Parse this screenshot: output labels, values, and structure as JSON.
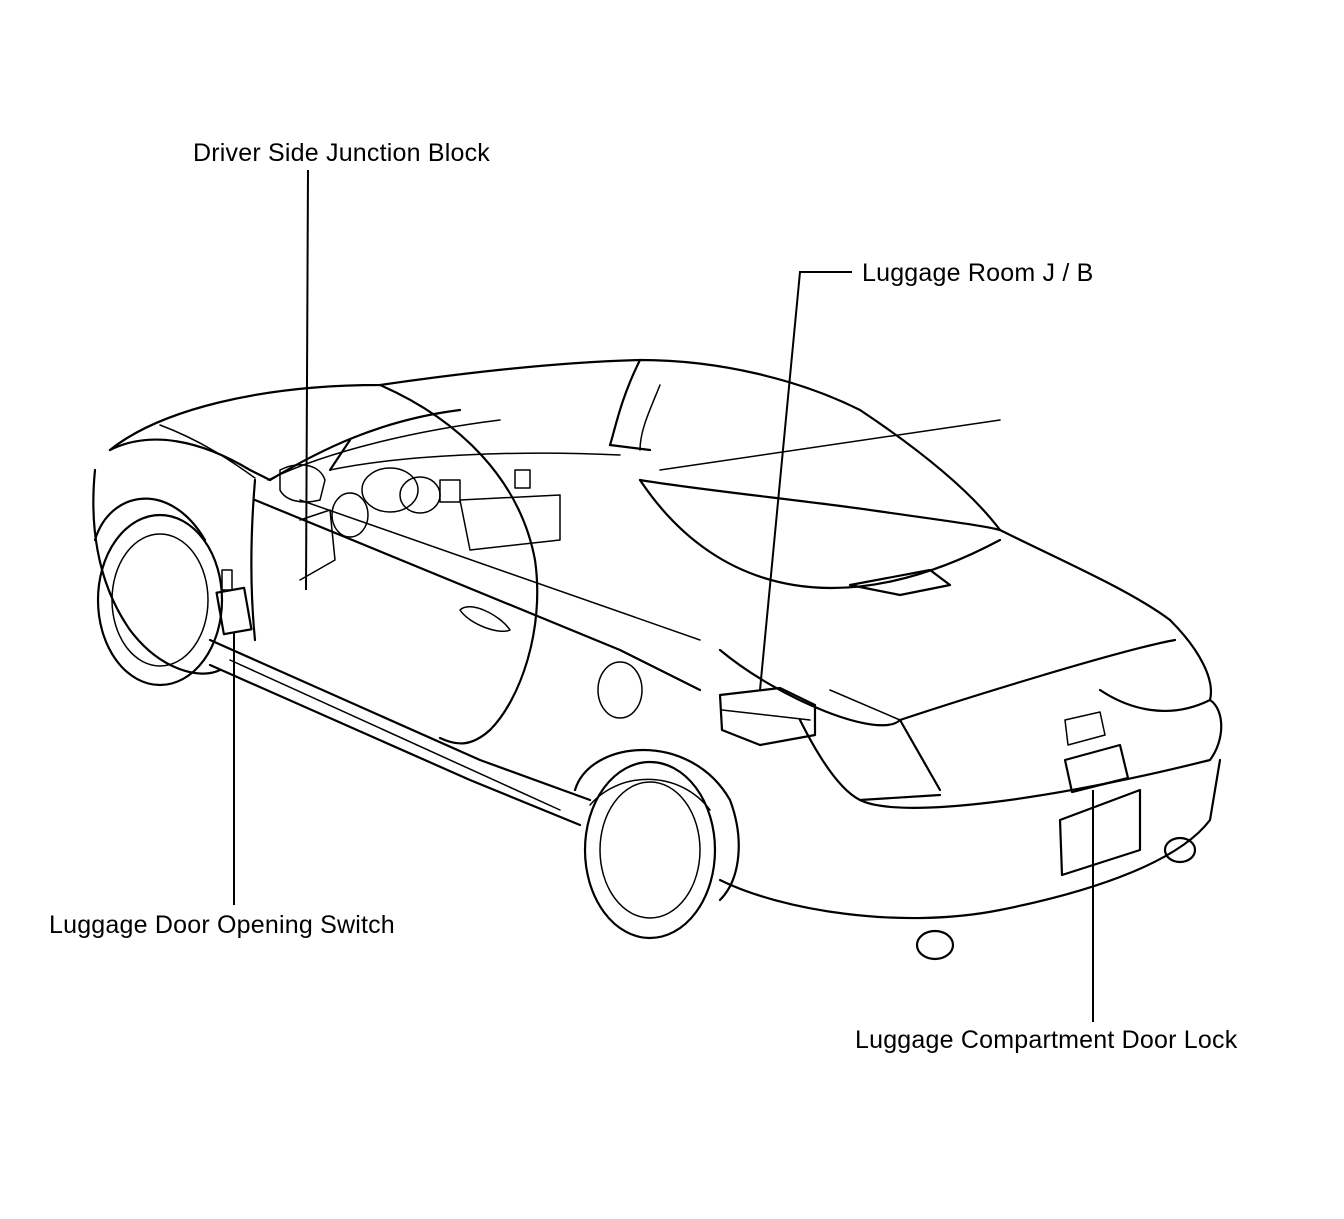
{
  "labels": {
    "driver_side_junction_block": "Driver Side Junction Block",
    "luggage_room_jb": "Luggage Room J / B",
    "luggage_door_opening_switch": "Luggage Door Opening Switch",
    "luggage_compartment_door_lock": "Luggage Compartment Door Lock"
  },
  "colors": {
    "line": "#000000",
    "background": "#ffffff"
  }
}
